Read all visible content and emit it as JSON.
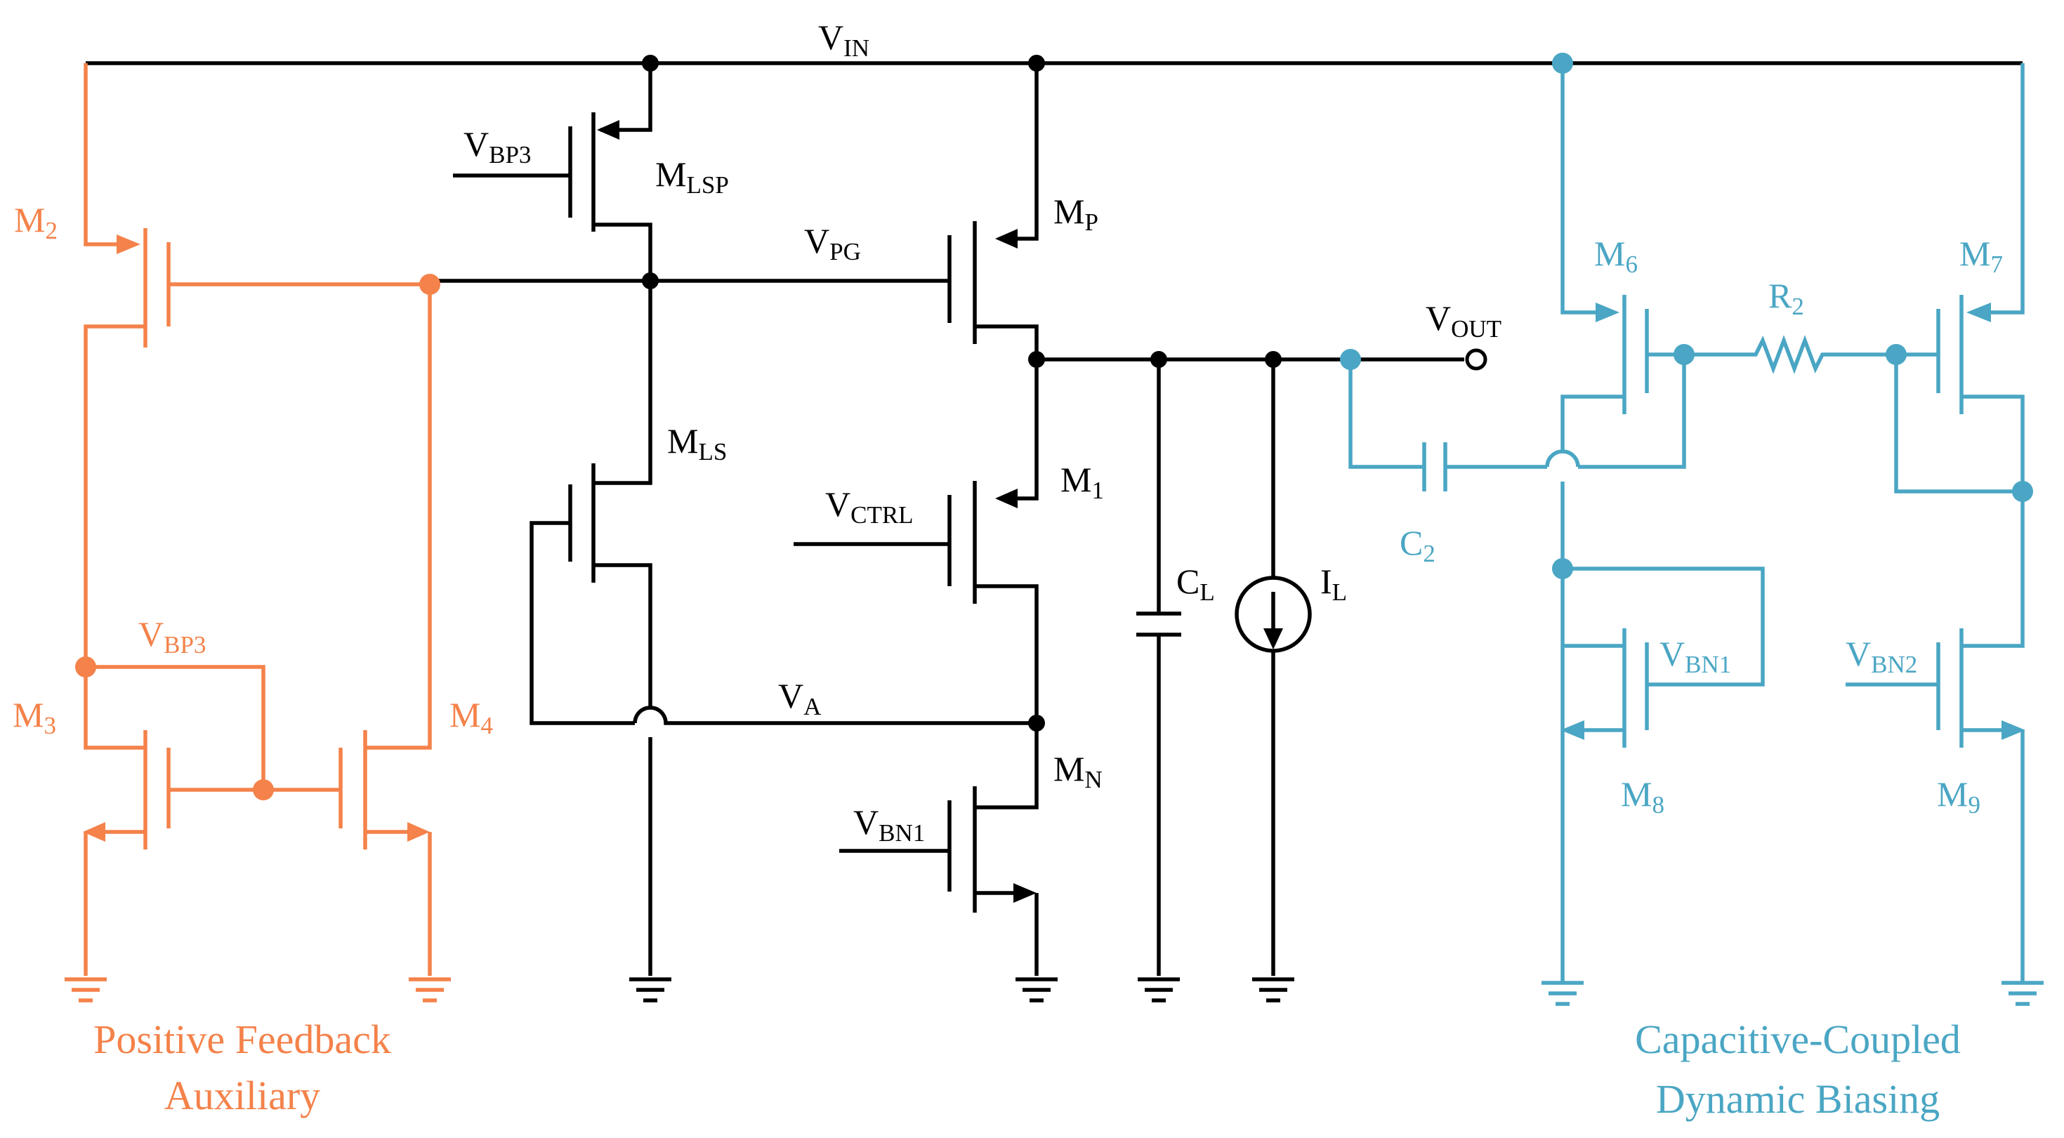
{
  "colors": {
    "main": "#000000",
    "positive_feedback": "#f4824a",
    "dynamic_biasing": "#4aa6c4",
    "background": "#ffffff"
  },
  "labels": {
    "v_in": {
      "main": "V",
      "sub": "IN"
    },
    "v_bp3_a": {
      "main": "V",
      "sub": "BP3"
    },
    "m_lsp": {
      "main": "M",
      "sub": "LSP"
    },
    "v_pg": {
      "main": "V",
      "sub": "PG"
    },
    "m_p": {
      "main": "M",
      "sub": "P"
    },
    "v_out": {
      "main": "V",
      "sub": "OUT"
    },
    "m_ls": {
      "main": "M",
      "sub": "LS"
    },
    "m_1": {
      "main": "M",
      "sub": "1"
    },
    "v_ctrl": {
      "main": "V",
      "sub": "CTRL"
    },
    "c_l": {
      "main": "C",
      "sub": "L"
    },
    "i_l": {
      "main": "I",
      "sub": "L"
    },
    "v_a": {
      "main": "V",
      "sub": "A"
    },
    "m_n": {
      "main": "M",
      "sub": "N"
    },
    "v_bn1_a": {
      "main": "V",
      "sub": "BN1"
    },
    "m_2": {
      "main": "M",
      "sub": "2"
    },
    "v_bp3_b": {
      "main": "V",
      "sub": "BP3"
    },
    "m_3": {
      "main": "M",
      "sub": "3"
    },
    "m_4": {
      "main": "M",
      "sub": "4"
    },
    "m_6": {
      "main": "M",
      "sub": "6"
    },
    "r_2": {
      "main": "R",
      "sub": "2"
    },
    "m_7": {
      "main": "M",
      "sub": "7"
    },
    "c_2": {
      "main": "C",
      "sub": "2"
    },
    "v_bn1_b": {
      "main": "V",
      "sub": "BN1"
    },
    "v_bn2": {
      "main": "V",
      "sub": "BN2"
    },
    "m_8": {
      "main": "M",
      "sub": "8"
    },
    "m_9": {
      "main": "M",
      "sub": "9"
    }
  },
  "captions": {
    "positive_feedback_line1": "Positive Feedback",
    "positive_feedback_line2": "Auxiliary",
    "dynamic_biasing_line1": "Capacitive-Coupled",
    "dynamic_biasing_line2": "Dynamic Biasing"
  }
}
